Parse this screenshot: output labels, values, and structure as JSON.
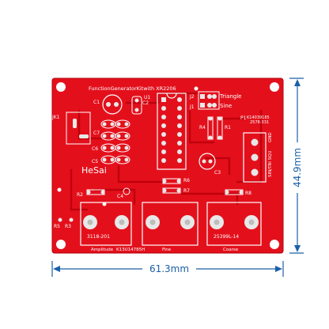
{
  "colors": {
    "board": "#e3101c",
    "board_dark": "#c90812",
    "trace": "#c0000c",
    "pad": "#e8e8e8",
    "silk": "#ffffff",
    "dimension": "#1a5fa8"
  },
  "dimensions": {
    "width_label": "61.3mm",
    "height_label": "44.9mm"
  },
  "board": {
    "title": "FunctionGeneratorKitwith XR2206",
    "brand": "HeSai",
    "labels": {
      "jk1": "JK1",
      "triangle": "Triangle",
      "sine": "Sine",
      "j1": "J1",
      "j2": "J2",
      "u1": "U1",
      "c1": "C1",
      "c2": "C2",
      "c4": "C4",
      "c5": "C5",
      "c6": "C6",
      "c7": "C7",
      "c3": "C3",
      "r1": "R1",
      "r2": "R2",
      "r3": "R3",
      "r4": "R4",
      "r5": "R5",
      "r6": "R6",
      "r7": "R7",
      "r8": "R8",
      "p1": "P1",
      "part_code_1": "K14039185",
      "part_code_2": "2578-331",
      "out_sin": "SIN/TRI SQU",
      "out_gnd": "GND",
      "pot_left_code": "3118-201",
      "pot_right_code": "25399L-14",
      "pot_amplitude": "Amplitude",
      "pot_middle_code": "K13U14785H",
      "pot_fine": "Fine",
      "pot_coarse": "Coarse"
    }
  }
}
